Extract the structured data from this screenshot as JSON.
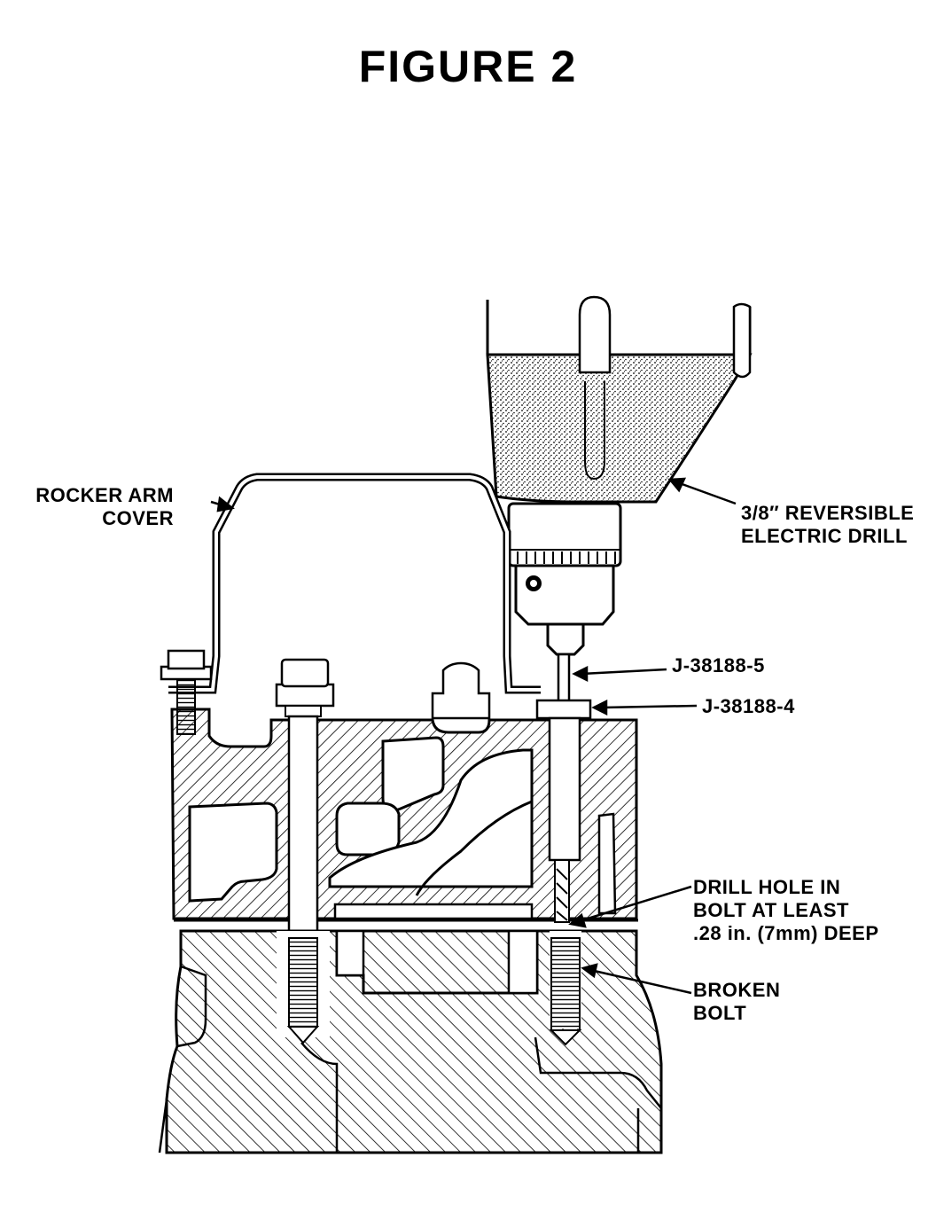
{
  "figure": {
    "title": "FIGURE 2"
  },
  "labels": {
    "rocker_cover": [
      "ROCKER ARM",
      "COVER"
    ],
    "drill": [
      "3/8″ REVERSIBLE",
      "ELECTRIC DRILL"
    ],
    "tool_5": "J-38188-5",
    "tool_4": "J-38188-4",
    "drill_hole": [
      "DRILL HOLE IN",
      "BOLT AT LEAST",
      ".28 in. (7mm) DEEP"
    ],
    "broken_bolt": [
      "BROKEN",
      "BOLT"
    ]
  },
  "colors": {
    "ink": "#000000",
    "paper": "#ffffff"
  }
}
